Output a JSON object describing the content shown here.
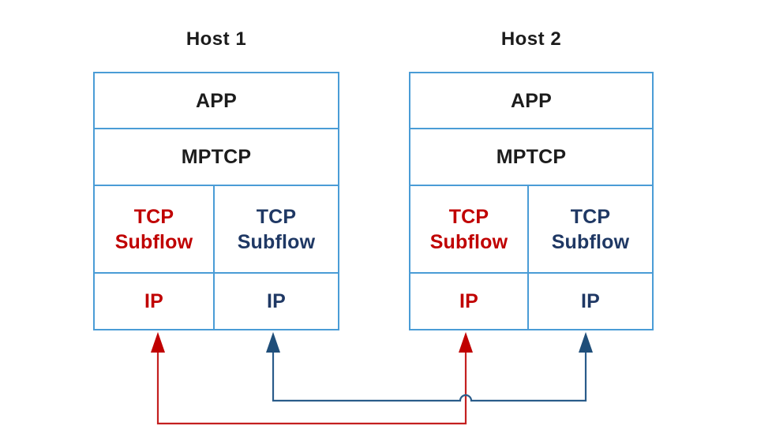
{
  "colors": {
    "background": "#ffffff",
    "border": "#4a9cd6",
    "text_dark": "#1c1c1c",
    "red": "#c00000",
    "navy": "#1f3864",
    "arrow_red": "#c42020",
    "arrow_red_head": "#c00000",
    "arrow_blue": "#2a5c8a",
    "arrow_blue_head": "#1f4e79"
  },
  "hosts": [
    {
      "title": "Host 1",
      "layers": {
        "app": "APP",
        "mptcp": "MPTCP"
      },
      "subflows": [
        {
          "label": "TCP\nSubflow",
          "color_role": "red"
        },
        {
          "label": "TCP\nSubflow",
          "color_role": "navy"
        }
      ],
      "ips": [
        {
          "label": "IP",
          "color_role": "red"
        },
        {
          "label": "IP",
          "color_role": "navy"
        }
      ]
    },
    {
      "title": "Host 2",
      "layers": {
        "app": "APP",
        "mptcp": "MPTCP"
      },
      "subflows": [
        {
          "label": "TCP\nSubflow",
          "color_role": "red"
        },
        {
          "label": "TCP\nSubflow",
          "color_role": "navy"
        }
      ],
      "ips": [
        {
          "label": "IP",
          "color_role": "red"
        },
        {
          "label": "IP",
          "color_role": "navy"
        }
      ]
    }
  ],
  "connections": [
    {
      "name": "red-subflow-path",
      "from": "host1-ip-left",
      "to": "host2-ip-left",
      "color": "#c00000"
    },
    {
      "name": "blue-subflow-path",
      "from": "host1-ip-right",
      "to": "host2-ip-right",
      "color": "#1f4e79"
    }
  ]
}
